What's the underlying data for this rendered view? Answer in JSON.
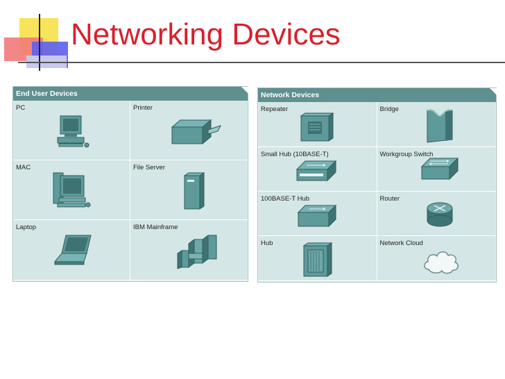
{
  "slide": {
    "title": "Networking Devices"
  },
  "end_user_devices": {
    "header": "End User Devices",
    "items": [
      {
        "label": "PC",
        "icon": "pc-icon"
      },
      {
        "label": "Printer",
        "icon": "printer-icon"
      },
      {
        "label": "MAC",
        "icon": "mac-icon"
      },
      {
        "label": "File Server",
        "icon": "file-server-icon"
      },
      {
        "label": "Laptop",
        "icon": "laptop-icon"
      },
      {
        "label": "IBM Mainframe",
        "icon": "mainframe-icon"
      }
    ]
  },
  "network_devices": {
    "header": "Network Devices",
    "items": [
      {
        "label": "Repeater",
        "icon": "repeater-icon"
      },
      {
        "label": "Bridge",
        "icon": "bridge-icon"
      },
      {
        "label": "Small Hub (10BASE-T)",
        "icon": "small-hub-icon"
      },
      {
        "label": "Workgroup Switch",
        "icon": "workgroup-switch-icon"
      },
      {
        "label": "100BASE-T Hub",
        "icon": "100baset-hub-icon"
      },
      {
        "label": "Router",
        "icon": "router-icon"
      },
      {
        "label": "Hub",
        "icon": "hub-icon"
      },
      {
        "label": "Network Cloud",
        "icon": "network-cloud-icon"
      }
    ]
  },
  "colors": {
    "title": "#d8202c",
    "panel_header": "#5f8f8f",
    "panel_body": "#d4e6e6",
    "device": "#5e9a9a"
  }
}
